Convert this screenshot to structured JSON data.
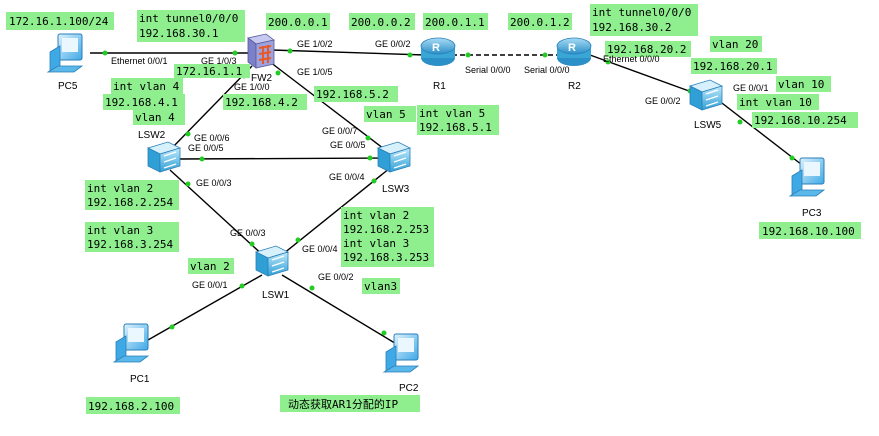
{
  "colors": {
    "note_bg": "#8fef8f",
    "link": "#000000",
    "port_dot": "#22cc22",
    "switch": "#4ab6e0",
    "router": "#3aa6d6",
    "firewall": "#8a8fd0",
    "pc": "#3fa9e6"
  },
  "devices": {
    "pc5": "PC5",
    "fw2": "FW2",
    "r1": "R1",
    "r2": "R2",
    "lsw2": "LSW2",
    "lsw3": "LSW3",
    "lsw1": "LSW1",
    "lsw5": "LSW5",
    "pc1": "PC1",
    "pc2": "PC2",
    "pc3": "PC3"
  },
  "ports": {
    "pc5_eth": "Ethernet 0/0/1",
    "fw2_ge103": "GE 1/0/3",
    "fw2_ge100": "GE 1/0/0",
    "fw2_ge102": "GE 1/0/2",
    "fw2_ge105": "GE 1/0/5",
    "r1_ge002": "GE 0/0/2",
    "r1_serial": "Serial 0/0/0",
    "r2_serial": "Serial 0/0/0",
    "r2_eth": "Ethernet 0/0/0",
    "lsw5_ge002": "GE 0/0/2",
    "lsw5_ge001": "GE 0/0/1",
    "lsw2_ge006": "GE 0/0/6",
    "lsw2_ge005": "GE 0/0/5",
    "lsw2_ge003": "GE 0/0/3",
    "lsw3_ge007": "GE 0/0/7",
    "lsw3_ge005": "GE 0/0/5",
    "lsw3_ge004": "GE 0/0/4",
    "lsw1_ge003": "GE 0/0/3",
    "lsw1_ge004": "GE 0/0/4",
    "lsw1_ge001": "GE 0/0/1",
    "lsw1_ge002": "GE 0/0/2"
  },
  "notes": {
    "pc5_ip": "172.16.1.100/24",
    "tunnel_fw_a": "int tunnel0/0/0",
    "tunnel_fw_b": "192.168.30.1",
    "ip_200_0_0_1": "200.0.0.1",
    "ip_200_0_0_2": "200.0.0.2",
    "ip_200_0_1_1": "200.0.1.1",
    "ip_200_0_1_2": "200.0.1.2",
    "tunnel_r2_a": "int tunnel0/0/0",
    "tunnel_r2_b": "192.168.30.2",
    "vlan20": "vlan 20",
    "ip_192_168_20_2": "192.168.20.2",
    "ip_192_168_20_1": "192.168.20.1",
    "vlan10_a": "vlan 10",
    "int_vlan10": "int vlan 10",
    "ip_192_168_10_254": "192.168.10.254",
    "fw_ip_172": "172.16.1.1",
    "int_vlan4": "int vlan 4",
    "ip_192_168_4_1": "192.168.4.1",
    "vlan4": "vlan 4",
    "ip_192_168_4_2": "192.168.4.2",
    "ip_192_168_5_2": "192.168.5.2",
    "vlan5": "vlan 5",
    "int_vlan5": "int vlan 5",
    "ip_192_168_5_1": "192.168.5.1",
    "lsw2_int_vlan2": "int vlan 2",
    "lsw2_ip_2_254": "192.168.2.254",
    "lsw2_int_vlan3": "int vlan 3",
    "lsw2_ip_3_254": "192.168.3.254",
    "lsw3_int_vlan2": "int vlan 2",
    "lsw3_ip_2_253": "192.168.2.253",
    "lsw3_int_vlan3": "int vlan 3",
    "lsw3_ip_3_253": "192.168.3.253",
    "vlan2": "vlan 2",
    "vlan3": "vlan3",
    "pc3_ip": "192.168.10.100",
    "pc1_ip": "192.168.2.100",
    "pc2_dhcp": "动态获取AR1分配的IP"
  }
}
